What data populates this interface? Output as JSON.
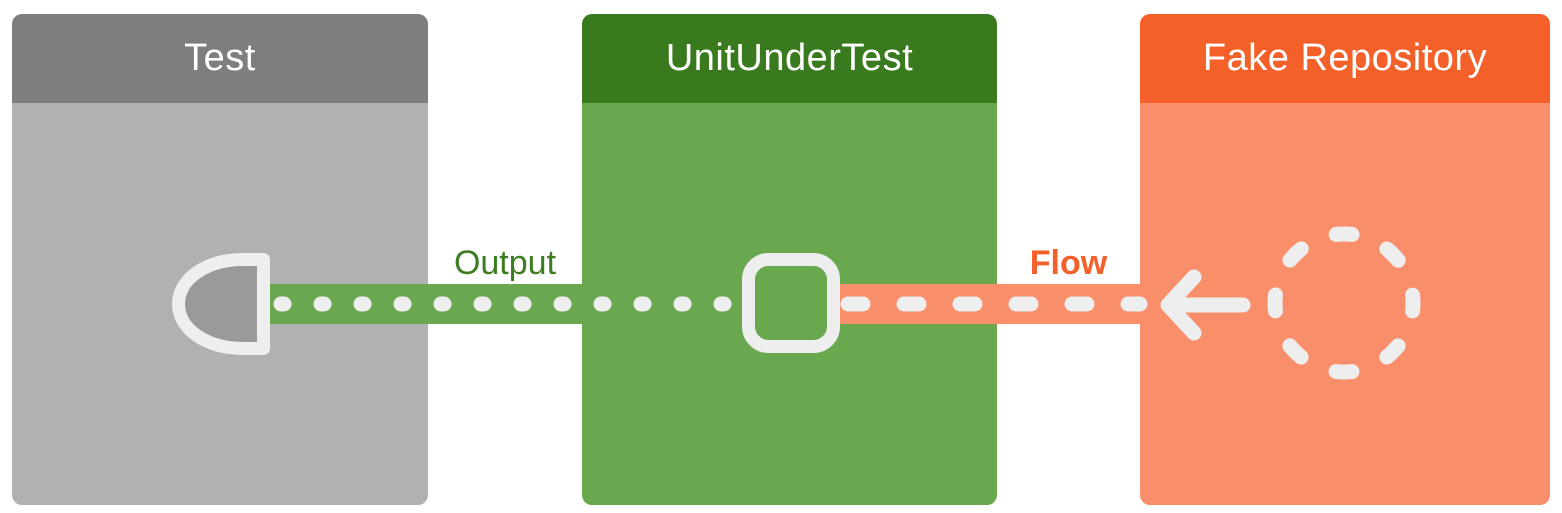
{
  "diagram": {
    "boxes": [
      {
        "title": "Test"
      },
      {
        "title": "UnitUnderTest"
      },
      {
        "title": "Fake Repository"
      }
    ],
    "labels": {
      "output": "Output",
      "flow": "Flow"
    },
    "icons": {
      "test_box": "collector-icon (D-shaped terminal collecting the flow)",
      "unit_box": "rounded-square-outline-icon",
      "repo_box": "dashed-circle-icon (flow source)",
      "flow_direction": "arrow-left-icon"
    }
  },
  "colors": {
    "gray_header": "#7e7e7e",
    "gray_body": "#b1b1b1",
    "green_header": "#3a7a1e",
    "green_body": "#6aa84f",
    "orange_header": "#f4602a",
    "orange_body": "#f98e6b",
    "title_text": "#ffffff",
    "line_white": "#eeeeee",
    "collector_fill": "#9a9a9a",
    "output_label": "#3c7d22",
    "flow_label": "#f4602a"
  }
}
